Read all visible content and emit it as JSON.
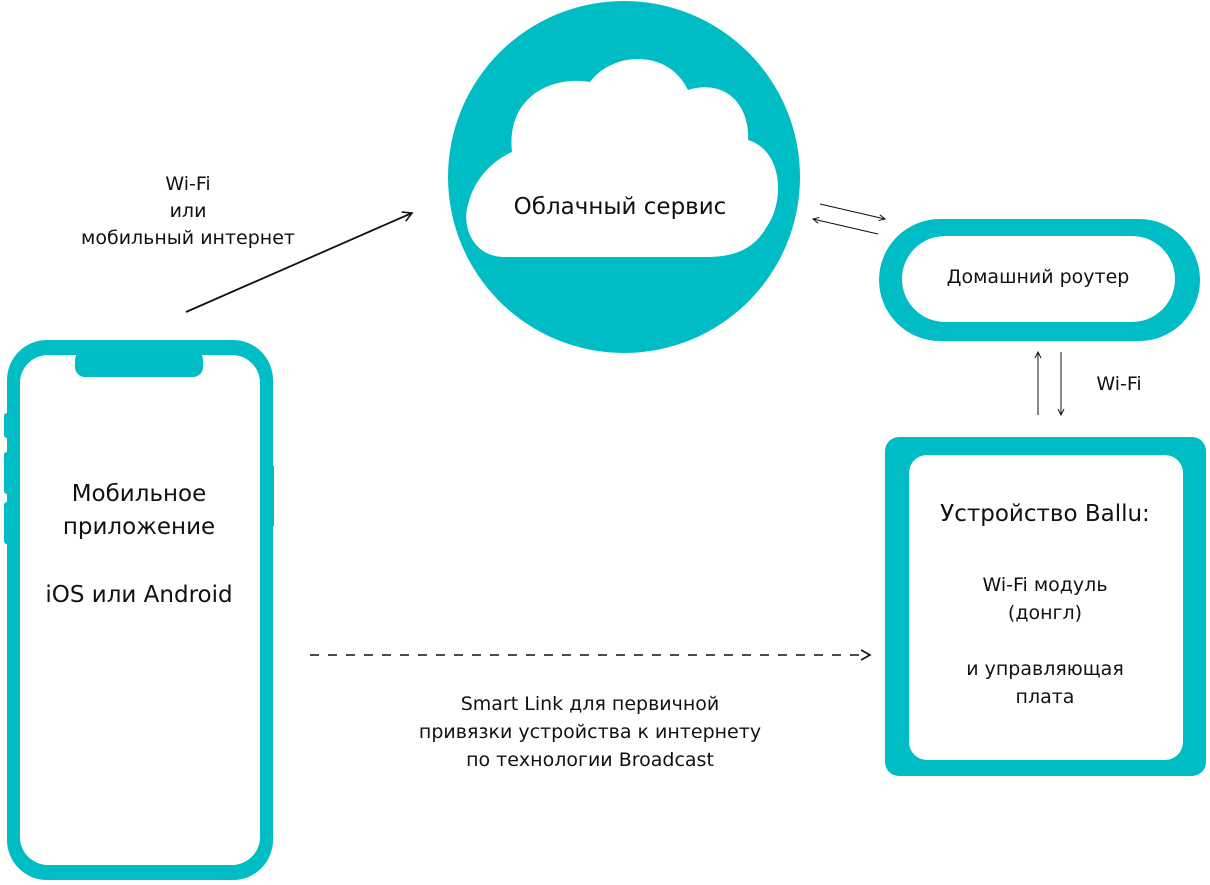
{
  "colors": {
    "accent": "#00bcc4",
    "background": "#ffffff",
    "text": "#111111",
    "arrow": "#111111"
  },
  "labels": {
    "phone_link": [
      "Wi-Fi",
      "или",
      "мобильный интернет"
    ],
    "cloud": "Облачный сервис",
    "router": "Домашний роутер",
    "router_device_link": "Wi-Fi",
    "device_title": "Устройство Ballu:",
    "device_module": [
      "Wi-Fi модуль",
      "(донгл)"
    ],
    "device_board": [
      "и управляющая",
      "плата"
    ],
    "phone_app": [
      "Мобильное",
      "приложение"
    ],
    "phone_os": "iOS или Android",
    "smart_link": [
      "Smart Link для первичной",
      "привязки устройства к интернету",
      "по технологии Broadcast"
    ]
  },
  "icons": {
    "cloud": "cloud-icon",
    "phone": "smartphone-icon"
  }
}
